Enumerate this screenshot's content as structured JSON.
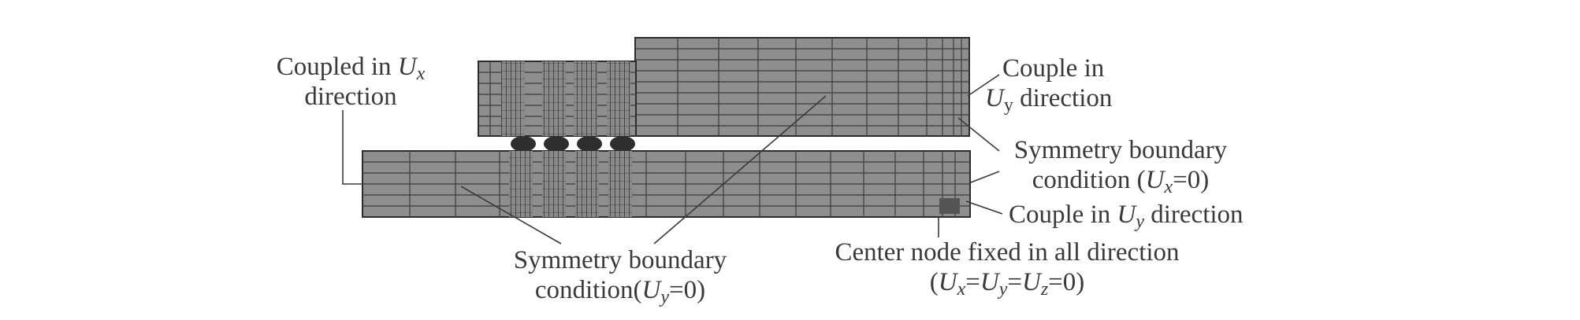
{
  "colors": {
    "mesh_fill": "#8e8e8e",
    "mesh_line": "#2c2c2c",
    "text": "#3a3a3a",
    "leader": "#3a3a3a"
  },
  "labels": {
    "coupled_ux": {
      "line1_text": "Coupled in ",
      "line1_var": "U",
      "line1_sub": "x",
      "line2": "direction"
    },
    "couple_uy_top": {
      "line1": "Couple in",
      "line2_var": "U",
      "line2_sub": "y",
      "line2_text": " direction"
    },
    "symmetry_ux": {
      "line1": "Symmetry boundary",
      "line2_a": "condition (",
      "line2_var": "U",
      "line2_sub": "x",
      "line2_b": "=0)"
    },
    "couple_uy_bottom": {
      "text": "Couple in ",
      "var": "U",
      "sub": "y",
      "tail": " direction"
    },
    "center_node": {
      "line1": "Center node fixed in all direction",
      "open": "(",
      "v1": "U",
      "s1": "x",
      "eq1": "=",
      "v2": "U",
      "s2": "y",
      "eq2": "=",
      "v3": "U",
      "s3": "z",
      "tail": "=0)"
    },
    "symmetry_uy": {
      "line1": "Symmetry boundary",
      "line2_a": "condition(",
      "line2_var": "U",
      "line2_sub": "y",
      "line2_b": "=0)"
    }
  }
}
